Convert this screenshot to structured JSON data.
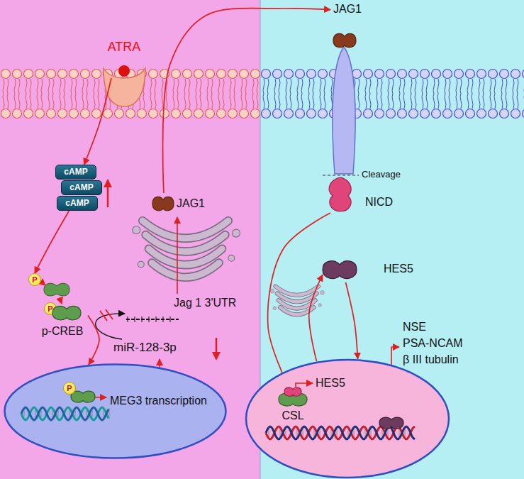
{
  "diagram": {
    "nodes": [
      {
        "text": [
          "ATRA"
        ]
      },
      {
        "text": [
          "cAMP"
        ]
      },
      {
        "text": [
          "cAMP"
        ]
      },
      {
        "text": [
          "cAMP"
        ]
      },
      {
        "text": [
          "P"
        ]
      },
      {
        "text": [
          "P"
        ]
      },
      {
        "text": [
          "p-CREB"
        ]
      },
      {
        "text": [
          "MEG3 transcription"
        ]
      },
      {
        "text": [
          "P"
        ],
        "in": 7
      },
      {
        "text": [
          "JAG1"
        ]
      },
      {
        "text": [
          "JAG1"
        ]
      },
      {
        "text": [
          "NICD"
        ]
      },
      {
        "text": [
          "HES5"
        ]
      },
      {
        "text": [
          "CSL"
        ],
        "in": 12
      },
      {
        "text": [
          "HES5"
        ]
      }
    ],
    "edges": [
      {
        "from": 0,
        "to": 1,
        "arrow": "to"
      },
      {
        "from": 3,
        "to": 4,
        "arrow": "to"
      },
      {
        "from": 6,
        "to": 7,
        "arrow": "to"
      },
      {
        "from": 9,
        "to": 10,
        "arrow": "to"
      },
      {
        "from": 11,
        "to": 13,
        "arrow": "to"
      },
      {
        "from": 12,
        "to": 14,
        "arrow": "to"
      },
      {
        "from": 14,
        "to": 12,
        "arrow": "to"
      }
    ],
    "labels": [
      "Jag 1 3'UTR",
      "miR-128-3p",
      "Cleavage",
      "NSE",
      "PSA-NCAM",
      "β III tubulin"
    ]
  }
}
